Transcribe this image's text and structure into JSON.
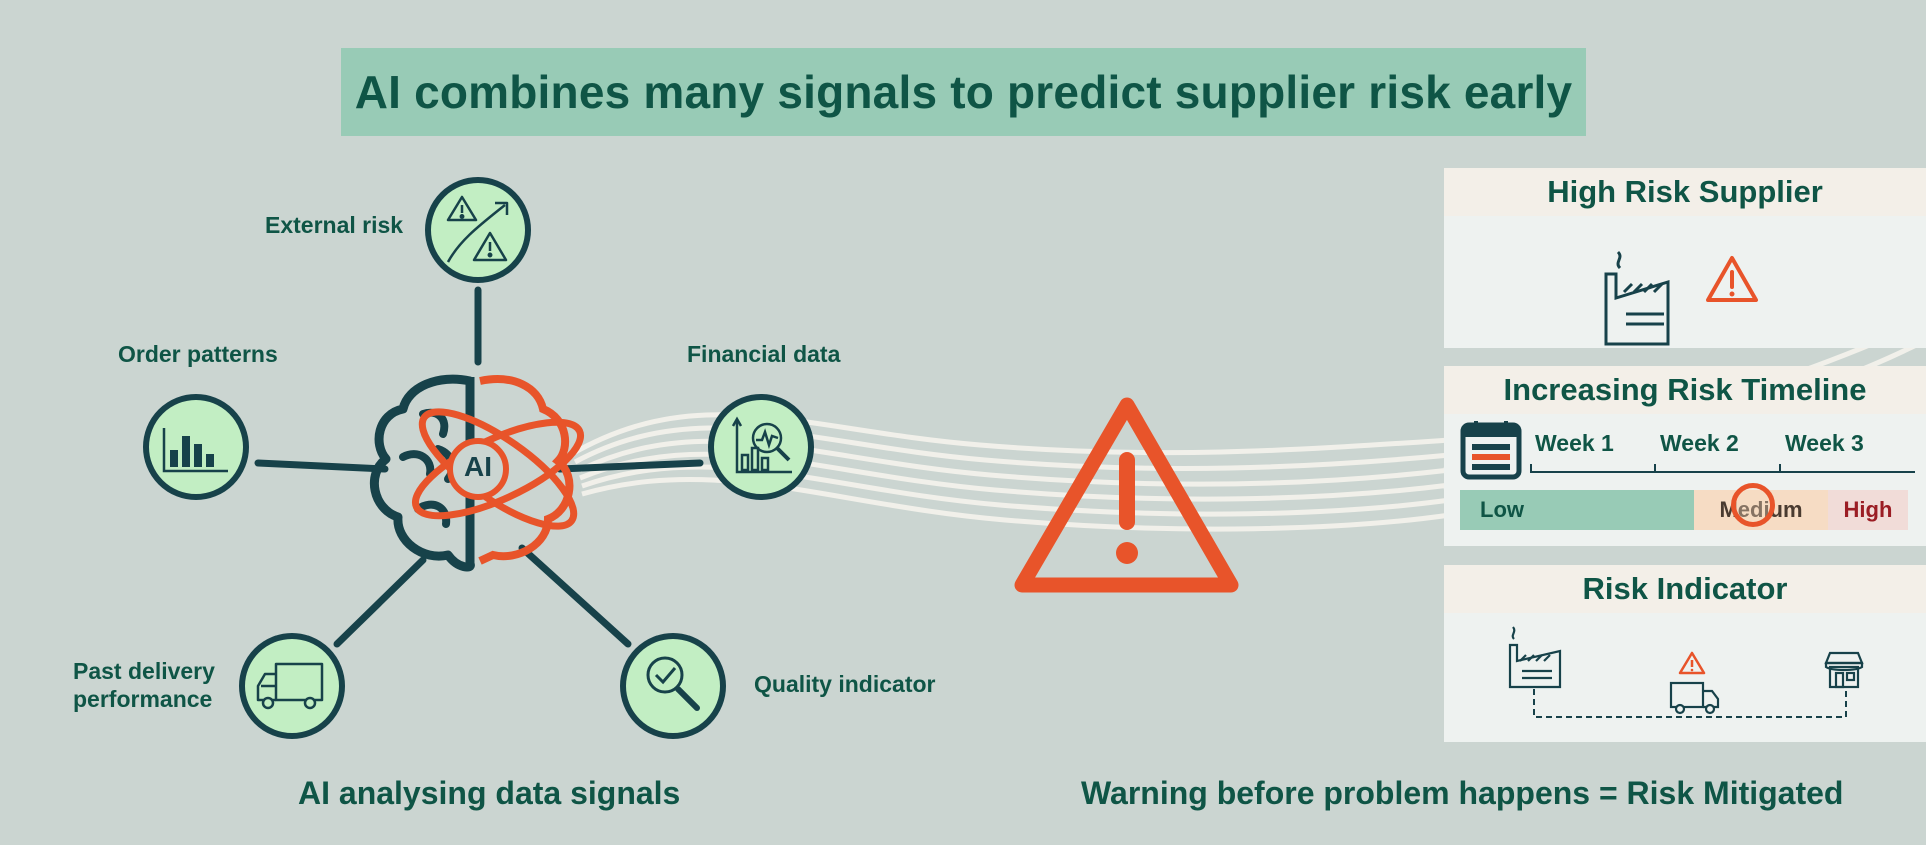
{
  "title": "AI combines many signals to predict supplier risk early",
  "center": {
    "label": "AI"
  },
  "signals": {
    "external": "External risk",
    "orders": "Order patterns",
    "financial": "Financial data",
    "delivery_line1": "Past delivery",
    "delivery_line2": "performance",
    "quality": "Quality indicator"
  },
  "captions": {
    "left": "AI analysing data signals",
    "right": "Warning before problem happens = Risk Mitigated"
  },
  "panels": {
    "supplier": {
      "title": "High Risk Supplier"
    },
    "timeline": {
      "title": "Increasing Risk Timeline",
      "weeks": [
        "Week 1",
        "Week 2",
        "Week 3"
      ],
      "levels": {
        "low": "Low",
        "medium": "Medium",
        "high": "High"
      }
    },
    "indicator": {
      "title": "Risk Indicator"
    }
  },
  "colors": {
    "background": "#cbd5d1",
    "dark_teal": "#0f5546",
    "navy_teal": "#17424a",
    "mint": "#c2eec3",
    "banner": "#98cbb6",
    "alert_orange": "#e8542a",
    "high_red": "#9b1d24",
    "medium_peach": "#f6dcc4",
    "high_pink": "#f1dcd8"
  },
  "icons": [
    "brain-icon",
    "atom-icon",
    "warning-triangle-icon",
    "factory-icon",
    "truck-icon",
    "store-icon",
    "calendar-icon",
    "bar-chart-icon",
    "magnifier-check-icon",
    "financial-chart-icon",
    "external-risk-icon"
  ]
}
